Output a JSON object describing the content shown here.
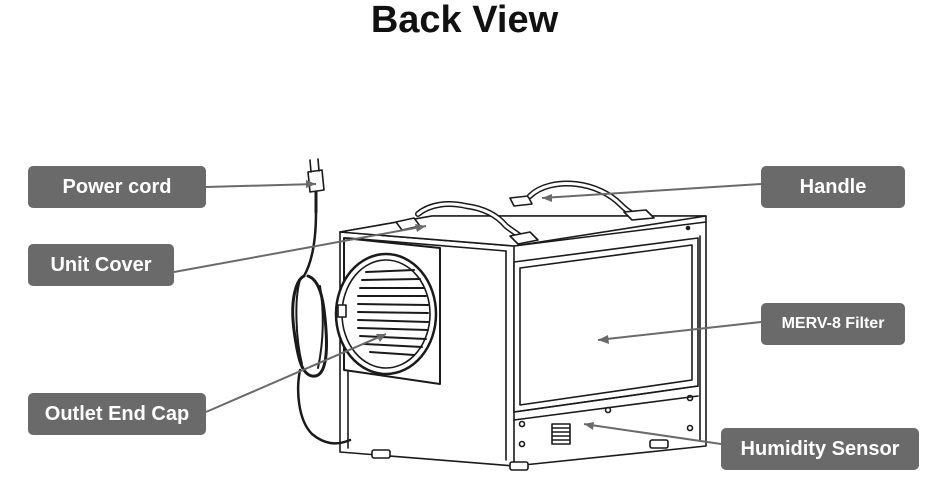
{
  "title": "Back View",
  "labels": {
    "power_cord": "Power cord",
    "unit_cover": "Unit Cover",
    "outlet_end_cap": "Outlet End Cap",
    "handle": "Handle",
    "merv_filter": "MERV-8 Filter",
    "humidity_sensor": "Humidity Sensor"
  },
  "colors": {
    "label_background": "#6a6a6a",
    "label_text": "#ffffff",
    "line_art": "#1a1a1a",
    "leader_line": "#6a6a6a"
  }
}
